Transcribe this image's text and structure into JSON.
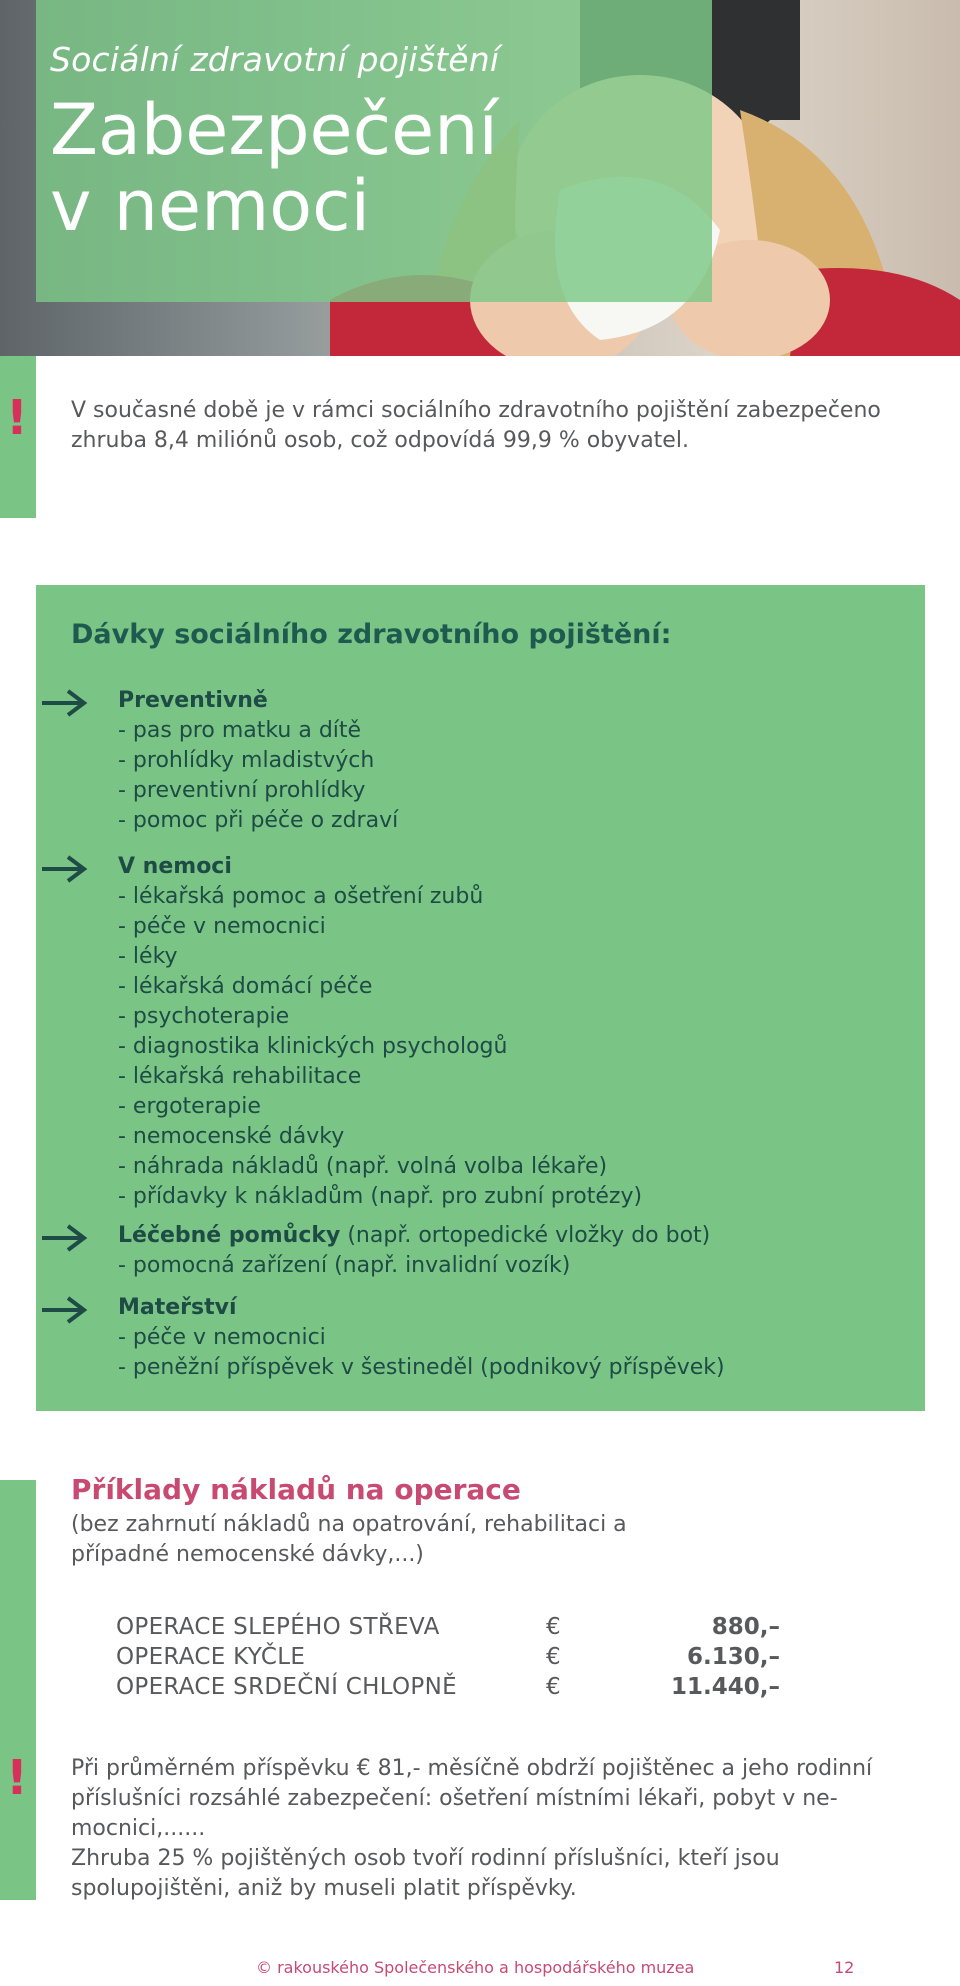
{
  "hero": {
    "subtitle": "Sociální zdravotní pojištění",
    "title_line1": "Zabezpečení",
    "title_line2": "v nemoci"
  },
  "note1": {
    "icon": "exclamation-icon",
    "line1": "V současné době je v rámci sociálního zdravotního pojištění zabezpečeno",
    "line2": "zhruba 8,4 miliónů osob, což odpovídá 99,9 % obyvatel."
  },
  "benefits": {
    "title": "Dávky sociálního zdravotního pojištění:",
    "groups": [
      {
        "heading": "Preventivně",
        "heading_extra": "",
        "items": [
          "- pas pro matku a dítě",
          "- prohlídky mladistvých",
          "- preventivní prohlídky",
          "- pomoc při péče o zdraví"
        ]
      },
      {
        "heading": "V nemoci",
        "heading_extra": "",
        "items": [
          "- lékařská pomoc a ošetření zubů",
          "- péče v nemocnici",
          "- léky",
          "- lékařská domácí péče",
          "- psychoterapie",
          "- diagnostika klinických psychologů",
          "- lékařská rehabilitace",
          "- ergoterapie",
          "- nemocenské dávky",
          "- náhrada nákladů (např. volná volba lékaře)",
          "- přídavky k nákladům (např. pro zubní protézy)"
        ]
      },
      {
        "heading": "Léčebné pomůcky",
        "heading_extra": " (např. ortopedické vložky do bot)",
        "items": [
          "- pomocná zařízení (např. invalidní vozík)"
        ]
      },
      {
        "heading": "Mateřství",
        "heading_extra": "",
        "items": [
          "- péče v nemocnici",
          "- peněžní příspěvek v šestineděl (podnikový příspěvek)"
        ]
      }
    ]
  },
  "costs": {
    "title": "Příklady nákladů na operace",
    "subtitle_line1": "(bez zahrnutí nákladů na opatrování, rehabilitaci a",
    "subtitle_line2": "případné nemocenské dávky,...)",
    "rows": [
      {
        "name": "OPERACE SLEPÉHO STŘEVA",
        "currency": "€",
        "value": "880,–"
      },
      {
        "name": "OPERACE KYČLE",
        "currency": "€",
        "value": "6.130,–"
      },
      {
        "name": "OPERACE SRDEČNÍ CHLOPNĚ",
        "currency": "€",
        "value": "11.440,–"
      }
    ]
  },
  "note2": {
    "icon": "exclamation-icon",
    "line1": "Při průměrném příspěvku € 81,- měsíčně obdrží pojištěnec a jeho rodinní",
    "line2": "příslušníci rozsáhlé zabezpečení: ošetření místními lékaři, pobyt v ne-",
    "line3": "mocnici,......",
    "line4": "Zhruba 25 % pojištěných osob tvoří rodinní příslušníci, kteří jsou",
    "line5": "spolupojištěni, aniž by museli platit příspěvky."
  },
  "footer": {
    "text": "© rakouského Společenského a hospodářského muzea",
    "page": "12"
  },
  "colors": {
    "green": "#7ac585",
    "dark_green": "#1f5a50",
    "accent_pink": "#c84a72",
    "exclaim_red": "#d9305b",
    "text_gray": "#58595b"
  }
}
